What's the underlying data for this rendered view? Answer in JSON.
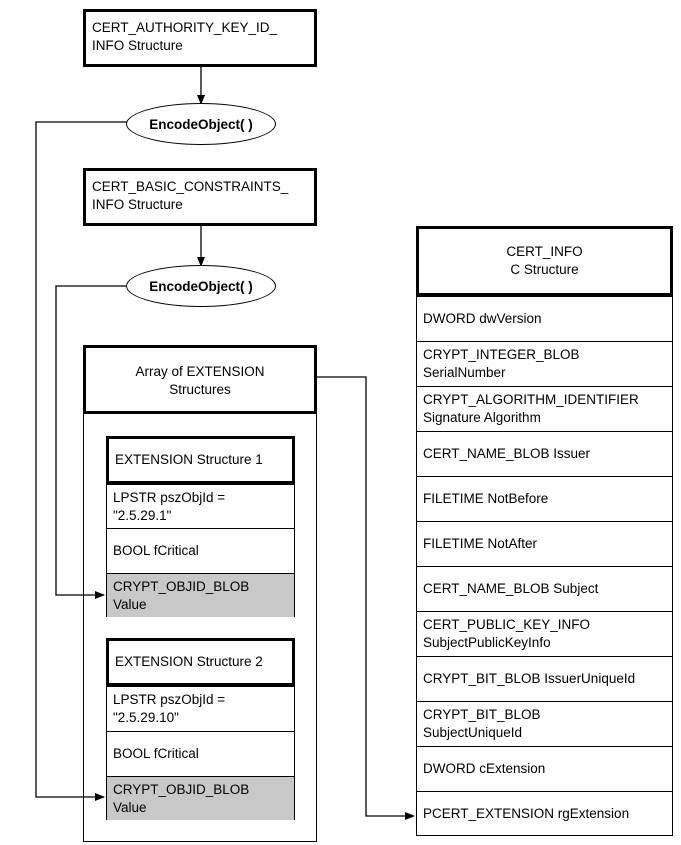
{
  "top_struct_1": {
    "line1": "CERT_AUTHORITY_KEY_ID_",
    "line2": "INFO Structure"
  },
  "encode_1": "EncodeObject( )",
  "top_struct_2": {
    "line1": "CERT_BASIC_CONSTRAINTS_",
    "line2": "INFO Structure"
  },
  "encode_2": "EncodeObject( )",
  "ext_array": {
    "title_line1": "Array of EXTENSION",
    "title_line2": "Structures",
    "extensions": [
      {
        "header": "EXTENSION Structure 1",
        "objid_line1": "LPSTR  pszObjId =",
        "objid_line2": "\"2.5.29.1\"",
        "critical": "BOOL  fCritical",
        "value_line1": "CRYPT_OBJID_BLOB",
        "value_line2": "Value"
      },
      {
        "header": "EXTENSION Structure 2",
        "objid_line1": "LPSTR  pszObjId =",
        "objid_line2": "\"2.5.29.10\"",
        "critical": "BOOL  fCritical",
        "value_line1": "CRYPT_OBJID_BLOB",
        "value_line2": "Value"
      }
    ]
  },
  "cert_info": {
    "title_line1": "CERT_INFO",
    "title_line2": "C Structure",
    "fields": [
      {
        "line1": "DWORD dwVersion",
        "line2": ""
      },
      {
        "line1": "CRYPT_INTEGER_BLOB",
        "line2": "SerialNumber"
      },
      {
        "line1": "CRYPT_ALGORITHM_IDENTIFIER",
        "line2": "Signature Algorithm"
      },
      {
        "line1": "CERT_NAME_BLOB Issuer",
        "line2": ""
      },
      {
        "line1": "FILETIME NotBefore",
        "line2": ""
      },
      {
        "line1": "FILETIME NotAfter",
        "line2": ""
      },
      {
        "line1": "CERT_NAME_BLOB Subject",
        "line2": ""
      },
      {
        "line1": "CERT_PUBLIC_KEY_INFO",
        "line2": "SubjectPublicKeyInfo"
      },
      {
        "line1": "CRYPT_BIT_BLOB IssuerUniqueId",
        "line2": ""
      },
      {
        "line1": "CRYPT_BIT_BLOB",
        "line2": "SubjectUniqueId"
      },
      {
        "line1": "DWORD cExtension",
        "line2": ""
      },
      {
        "line1": "PCERT_EXTENSION rgExtension",
        "line2": ""
      }
    ]
  }
}
